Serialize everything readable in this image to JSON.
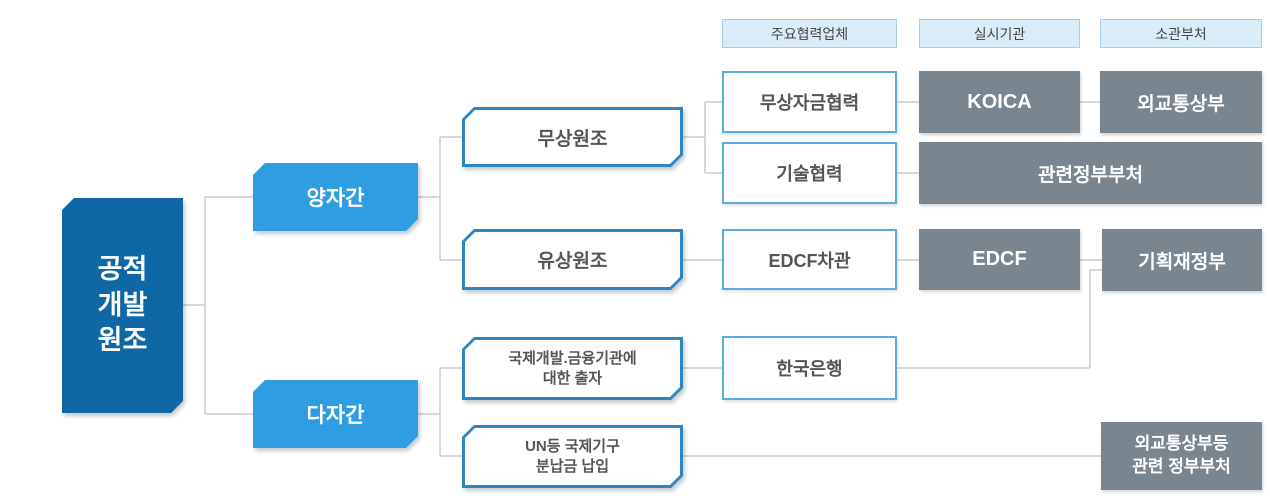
{
  "column_headers": {
    "partners": "주요협력업체",
    "agency": "실시기관",
    "ministry": "소관부처"
  },
  "tree": {
    "root": {
      "line1": "공적",
      "line2": "개발",
      "line3": "원조"
    },
    "bilateral": {
      "label": "양자간"
    },
    "multilateral": {
      "label": "다자간"
    },
    "grant_aid": {
      "label": "무상원조"
    },
    "loan_aid": {
      "label": "유상원조"
    },
    "equity_contribution": {
      "line1": "국제개발.금융기관에",
      "line2": "대한 출자"
    },
    "un_contribution": {
      "line1": "UN등 국제기구",
      "line2": "분납금 납입"
    },
    "grant_financial_coop": {
      "label": "무상자금협력"
    },
    "technical_coop": {
      "label": "기술협력"
    },
    "edcf_loan": {
      "label": "EDCF차관"
    },
    "bank_of_korea": {
      "label": "한국은행"
    },
    "koica": {
      "label": "KOICA"
    },
    "edcf": {
      "label": "EDCF"
    },
    "related_gov_ministries": {
      "label": "관련정부부처"
    },
    "mofat": {
      "label": "외교통상부"
    },
    "mosf": {
      "label": "기획재정부"
    },
    "mofat_and_related": {
      "line1": "외교통상부등",
      "line2": "관련 정부부처"
    }
  },
  "colors": {
    "root_blue": "#1067a5",
    "branch_blue": "#2f9de2",
    "outline_blue": "#2e86c1",
    "light_outline_blue": "#5aabdf",
    "gray_box": "#79868f",
    "header_fill": "#daecf8",
    "header_border": "#a7cfea",
    "connector": "#cccccc",
    "text_dark": "#555555"
  }
}
